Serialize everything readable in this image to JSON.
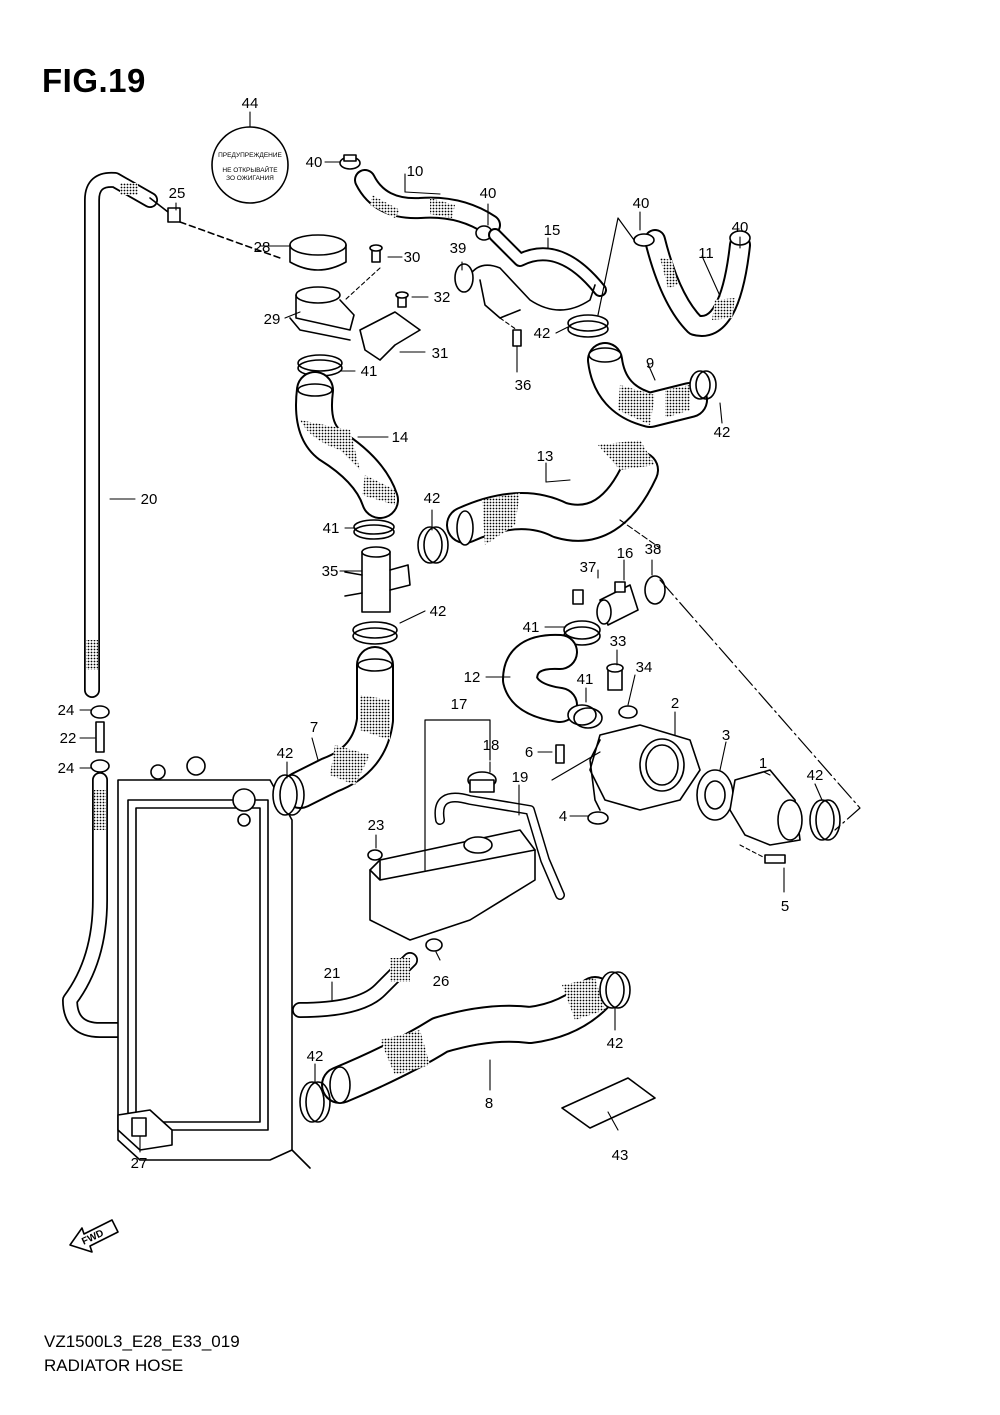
{
  "figure": {
    "title": "FIG.19",
    "code": "VZ1500L3_E28_E33_019",
    "name": "RADIATOR HOSE"
  },
  "decal": {
    "line1": "ПРЕДУПРЕЖДЕНИЕ",
    "line2": "НЕ ОТКРЫВАЙТЕ",
    "line3": "ЗО ОЖИГАНИЯ"
  },
  "fwd_label": "FWD",
  "callouts": [
    "1",
    "2",
    "3",
    "4",
    "5",
    "6",
    "7",
    "8",
    "9",
    "10",
    "11",
    "12",
    "13",
    "14",
    "15",
    "16",
    "17",
    "18",
    "19",
    "20",
    "21",
    "22",
    "23",
    "24",
    "24",
    "25",
    "26",
    "27",
    "28",
    "29",
    "30",
    "31",
    "32",
    "33",
    "34",
    "35",
    "36",
    "37",
    "38",
    "39",
    "40",
    "40",
    "40",
    "40",
    "41",
    "41",
    "41",
    "41",
    "42",
    "42",
    "42",
    "42",
    "42",
    "42",
    "42",
    "42",
    "43",
    "44"
  ]
}
